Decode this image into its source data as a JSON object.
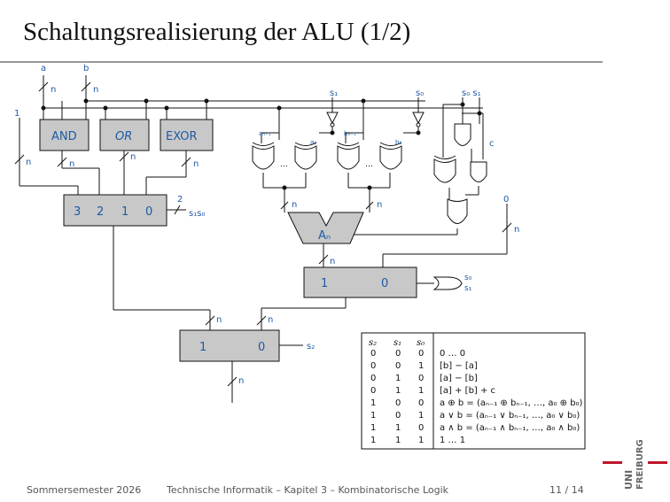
{
  "slide": {
    "title": "Schaltungsrealisierung der ALU (1/2)",
    "footer_left": "Sommersemester 2026",
    "footer_center": "Technische Informatik – Kapitel 3 – Kombinatorische Logik",
    "page": "11 / 14",
    "logo_text_1": "UNI",
    "logo_text_2": "FREIBURG"
  },
  "diagram": {
    "inputs": {
      "a": "a",
      "b": "b",
      "one": "1",
      "zero": "0"
    },
    "selects": {
      "s1": "s₁",
      "s0": "s₀",
      "s0s1": "s₀ s₁",
      "s1s0": "s₁s₀",
      "s2": "s₂"
    },
    "bus_n": "n",
    "bus_two": "2",
    "carry": "c",
    "gates": {
      "and": "AND",
      "or": "OR",
      "exor": "EXOR"
    },
    "mux4_inputs": [
      "3",
      "2",
      "1",
      "0"
    ],
    "adder": "Aₙ",
    "mux2_inputs": [
      "1",
      "0"
    ],
    "xor_a_labels": [
      "aₙ₋₁",
      "a₀"
    ],
    "xor_b_labels": [
      "bₙ₋₁",
      "b₀"
    ],
    "dots": "…"
  },
  "table": {
    "headers": [
      "s₂",
      "s₁",
      "s₀"
    ],
    "rows": [
      {
        "s2": "0",
        "s1": "0",
        "s0": "0",
        "result": "0 … 0"
      },
      {
        "s2": "0",
        "s1": "0",
        "s0": "1",
        "result": "[b] − [a]"
      },
      {
        "s2": "0",
        "s1": "1",
        "s0": "0",
        "result": "[a] − [b]"
      },
      {
        "s2": "0",
        "s1": "1",
        "s0": "1",
        "result": "[a] + [b] + c"
      },
      {
        "s2": "1",
        "s1": "0",
        "s0": "0",
        "result": "a ⊕ b = (aₙ₋₁ ⊕ bₙ₋₁, …, a₀ ⊕ b₀)"
      },
      {
        "s2": "1",
        "s1": "0",
        "s0": "1",
        "result": "a ∨ b = (aₙ₋₁ ∨ bₙ₋₁, …, a₀ ∨ b₀)"
      },
      {
        "s2": "1",
        "s1": "1",
        "s0": "0",
        "result": "a ∧ b = (aₙ₋₁ ∧ bₙ₋₁, …, a₀ ∧ b₀)"
      },
      {
        "s2": "1",
        "s1": "1",
        "s0": "1",
        "result": "1 … 1"
      }
    ]
  },
  "colors": {
    "block_fill": "#c8c8c8",
    "label_blue": "#1f5aa6",
    "logo_red": "#c0152a"
  }
}
